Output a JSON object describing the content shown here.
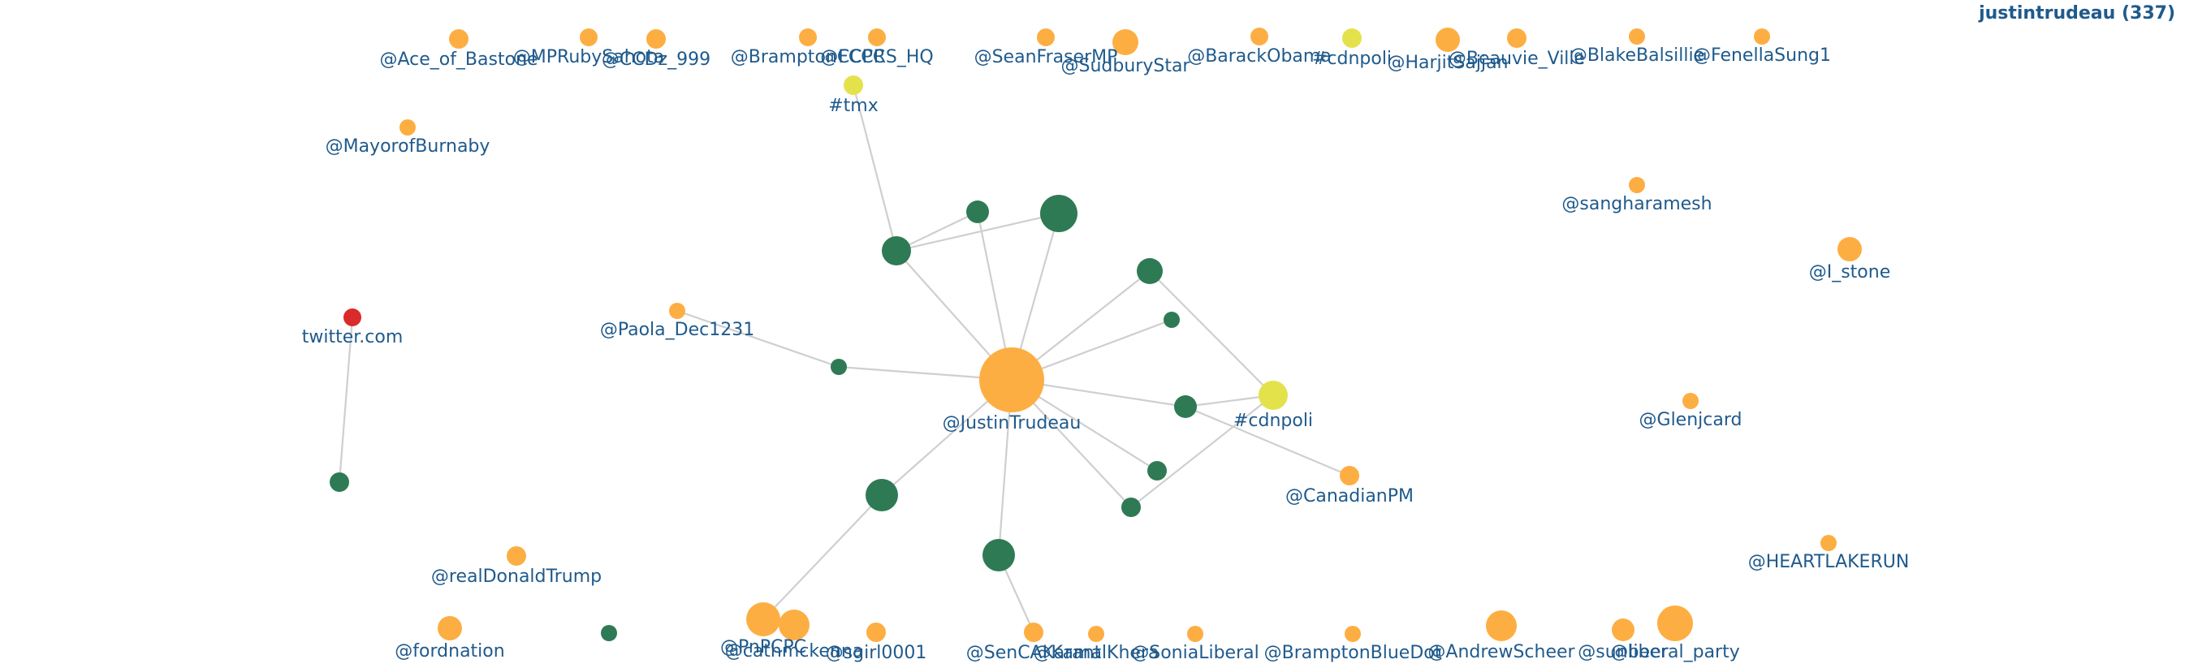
{
  "title": "justintrudeau (337)",
  "colors": {
    "user": "#fdae42",
    "hashtag": "#e3e24b",
    "tweet": "#2e7a54",
    "url": "#d92b2b",
    "edge": "#cfcfcf",
    "label": "#1f5a8c"
  },
  "labels": {
    "ace_of_bastone": "@Ace_of_Bastone",
    "mprubysahota": "@MPRubySahota",
    "ccdz_999": "@CCDz_999",
    "bramptonccpc": "@BramptonCCPC",
    "fccrs_hq": "@FCCRS_HQ",
    "tmx": "#tmx",
    "seanfrasermp": "@SeanFraserMP",
    "sudburystar": "@SudburyStar",
    "barackobama": "@BarackObama",
    "cdnpoli_top": "#cdnpoli",
    "harjitsajjan": "@HarjitSajjan",
    "beauvie_ville": "@Beauvie_Ville",
    "blakebalsillie": "@BlakeBalsillie",
    "fenellasung1": "@FenellaSung1",
    "mayorofburnaby": "@MayorofBurnaby",
    "sangharamesh": "@sangharamesh",
    "i_stone": "@I_stone",
    "twitter_com": "twitter.com",
    "paola_dec1231": "@Paola_Dec1231",
    "justintrudeau": "@JustinTrudeau",
    "cdnpoli_mid": "#cdnpoli",
    "glenjcard": "@Glenjcard",
    "canadianpm": "@CanadianPM",
    "realdonaldtrump": "@realDonaldTrump",
    "heartlakerun": "@HEARTLAKERUN",
    "fordnation": "@fordnation",
    "pmcpc": "@PnPCPC",
    "cathmckenna": "@cathmckenna",
    "sgirl0001": "@sgirl0001",
    "sencameron": "@SenCAKarant",
    "kamalkhera": "@KamalKhera",
    "sonialiberal": "@SoniaLiberal",
    "bramptonbluedot": "@BramptonBlueDot",
    "andrewscheer": "@AndrewScheer",
    "sunbeer": "@sunbeer",
    "liberal_party": "@liberal_party"
  }
}
